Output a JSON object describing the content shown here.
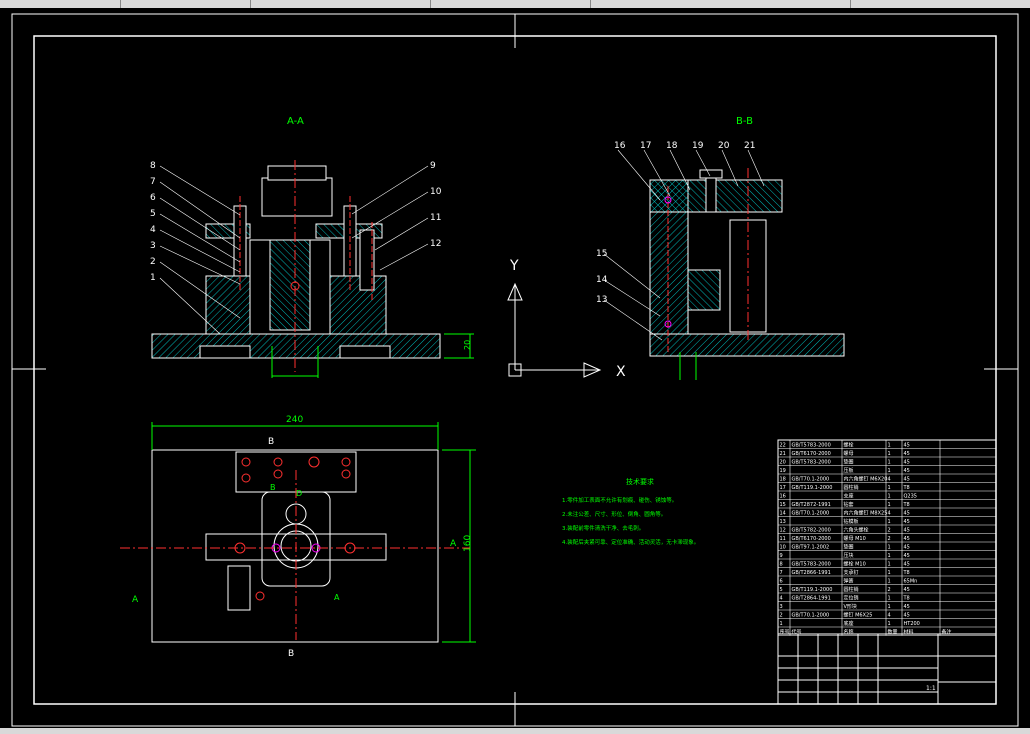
{
  "views": {
    "section_aa_title": "A-A",
    "section_bb_title": "B-B"
  },
  "balloons_left": [
    "8",
    "7",
    "6",
    "5",
    "4",
    "3",
    "2",
    "1"
  ],
  "balloons_right": [
    "9",
    "10",
    "11",
    "12"
  ],
  "balloons_bb_top": [
    "16",
    "17",
    "18",
    "19",
    "20",
    "21"
  ],
  "balloons_bb_side": [
    "15",
    "14",
    "13"
  ],
  "dimensions": {
    "height_20": "20",
    "width_240": "240",
    "height_160": "160"
  },
  "plan_labels": {
    "b_top": "B",
    "b_bottom": "B",
    "a_left": "A",
    "a_right": "A",
    "a_small": "A",
    "b_small": "B",
    "d_small": "D"
  },
  "ucs": {
    "y_label": "Y",
    "x_label": "X"
  },
  "tech_notes": {
    "title": "技术要求",
    "lines": [
      "1.零件加工表面不允许有划痕、碰伤、锈蚀等。",
      "2.未注公差、尺寸、形位、倒角、圆角等。",
      "3.装配前零件清洗干净、去毛刺。",
      "4.装配后夹紧可靠、定位准确、活动灵活，无卡滞现象。"
    ]
  },
  "parts_table": {
    "rows": [
      [
        "22",
        "GB/T5783-2000",
        "螺栓",
        "1",
        "45",
        ""
      ],
      [
        "21",
        "GB/T6170-2000",
        "螺母",
        "1",
        "45",
        ""
      ],
      [
        "20",
        "GB/T5783-2000",
        "垫圈",
        "1",
        "45",
        ""
      ],
      [
        "19",
        "",
        "压板",
        "1",
        "45",
        ""
      ],
      [
        "18",
        "GB/T70.1-2000",
        "内六角螺钉 M6X20",
        "4",
        "45",
        ""
      ],
      [
        "17",
        "GB/T119.1-2000",
        "圆柱销",
        "1",
        "T8",
        ""
      ],
      [
        "16",
        "",
        "支座",
        "1",
        "Q235",
        ""
      ],
      [
        "15",
        "GB/T2872-1991",
        "钻套",
        "1",
        "T8",
        ""
      ],
      [
        "14",
        "GB/T70.1-2000",
        "内六角螺钉 M8X25",
        "4",
        "45",
        ""
      ],
      [
        "13",
        "",
        "钻模板",
        "1",
        "45",
        ""
      ],
      [
        "12",
        "GB/T5782-2000",
        "六角头螺栓",
        "2",
        "45",
        ""
      ],
      [
        "11",
        "GB/T6170-2000",
        "螺母 M10",
        "2",
        "45",
        ""
      ],
      [
        "10",
        "GB/T97.1-2002",
        "垫圈",
        "1",
        "45",
        ""
      ],
      [
        "9",
        "",
        "压块",
        "1",
        "45",
        ""
      ],
      [
        "8",
        "GB/T5783-2000",
        "螺栓 M10",
        "1",
        "45",
        ""
      ],
      [
        "7",
        "GB/T2866-1991",
        "支承钉",
        "1",
        "T8",
        ""
      ],
      [
        "6",
        "",
        "弹簧",
        "1",
        "65Mn",
        ""
      ],
      [
        "5",
        "GB/T119.1-2000",
        "圆柱销",
        "2",
        "45",
        ""
      ],
      [
        "4",
        "GB/T2864-1991",
        "定位销",
        "1",
        "T8",
        ""
      ],
      [
        "3",
        "",
        "V形块",
        "1",
        "45",
        ""
      ],
      [
        "2",
        "GB/T70.1-2000",
        "螺钉 M6X25",
        "4",
        "45",
        ""
      ],
      [
        "1",
        "",
        "底座",
        "1",
        "HT200",
        ""
      ]
    ],
    "header": [
      "序号",
      "代号",
      "名称",
      "数量",
      "材料",
      "备注"
    ],
    "sheet_ref": "1:1"
  },
  "colors": {
    "background": "#000000",
    "frame": "#ffffff",
    "hatch": "#00c0c0",
    "dimension": "#00ff00",
    "center": "#ff3030",
    "magenta": "#ff00ff"
  }
}
